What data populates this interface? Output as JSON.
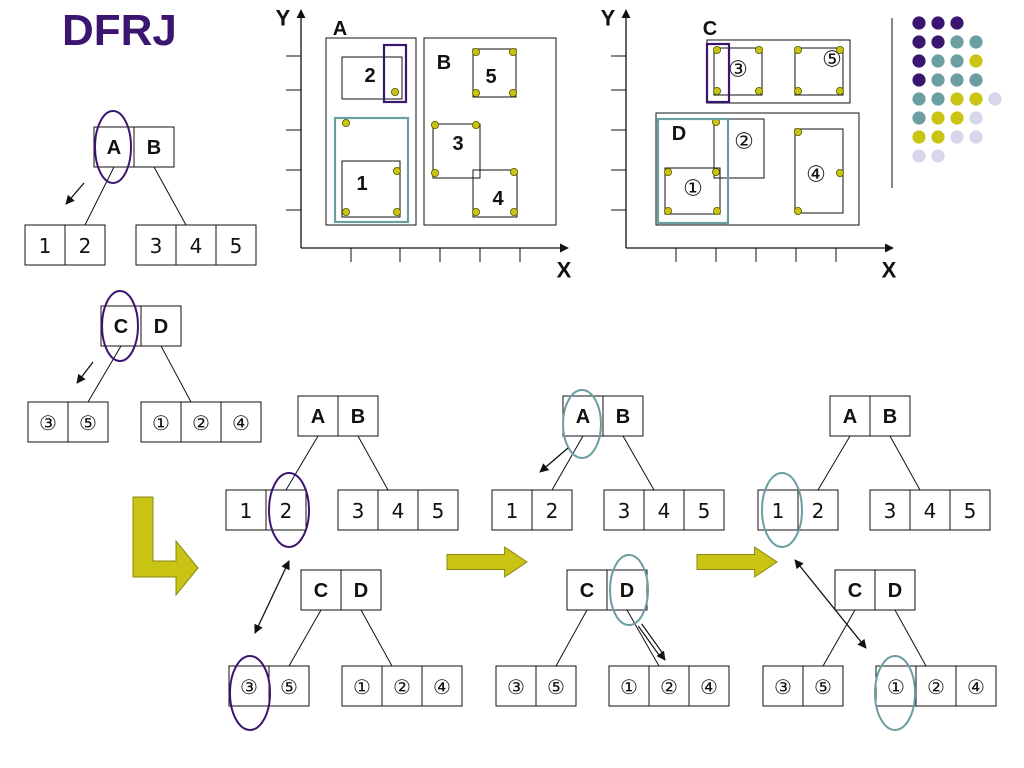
{
  "title": "DFRJ",
  "colors": {
    "purple": "#3b1670",
    "teal": "#6b9ea0",
    "olive": "#c9c414",
    "lavender": "#d8d6ea",
    "ink": "#111111"
  },
  "trees": {
    "left": {
      "root": [
        "A",
        "B"
      ],
      "leaves": [
        [
          "1",
          "2"
        ],
        [
          "3",
          "4",
          "5"
        ]
      ]
    },
    "right": {
      "root": [
        "C",
        "D"
      ],
      "leaves": [
        [
          "③",
          "⑤"
        ],
        [
          "①",
          "②",
          "④"
        ]
      ]
    }
  },
  "plot_left": {
    "y_label": "Y",
    "x_label": "X",
    "region_a": "A",
    "region_b": "B",
    "rects": [
      "1",
      "2",
      "3",
      "4",
      "5"
    ]
  },
  "plot_right": {
    "y_label": "Y",
    "x_label": "X",
    "region_c": "C",
    "region_d": "D",
    "rects": [
      "①",
      "②",
      "③",
      "④",
      "⑤"
    ]
  },
  "palette_grid": [
    [
      "purple",
      "purple",
      "purple"
    ],
    [
      "purple",
      "purple",
      "teal",
      "teal"
    ],
    [
      "purple",
      "teal",
      "teal",
      "olive"
    ],
    [
      "purple",
      "teal",
      "teal",
      "teal"
    ],
    [
      "teal",
      "teal",
      "olive",
      "olive",
      "lavender"
    ],
    [
      "teal",
      "olive",
      "olive",
      "lavender"
    ],
    [
      "olive",
      "olive",
      "lavender",
      "lavender"
    ],
    [
      "lavender",
      "lavender"
    ]
  ]
}
